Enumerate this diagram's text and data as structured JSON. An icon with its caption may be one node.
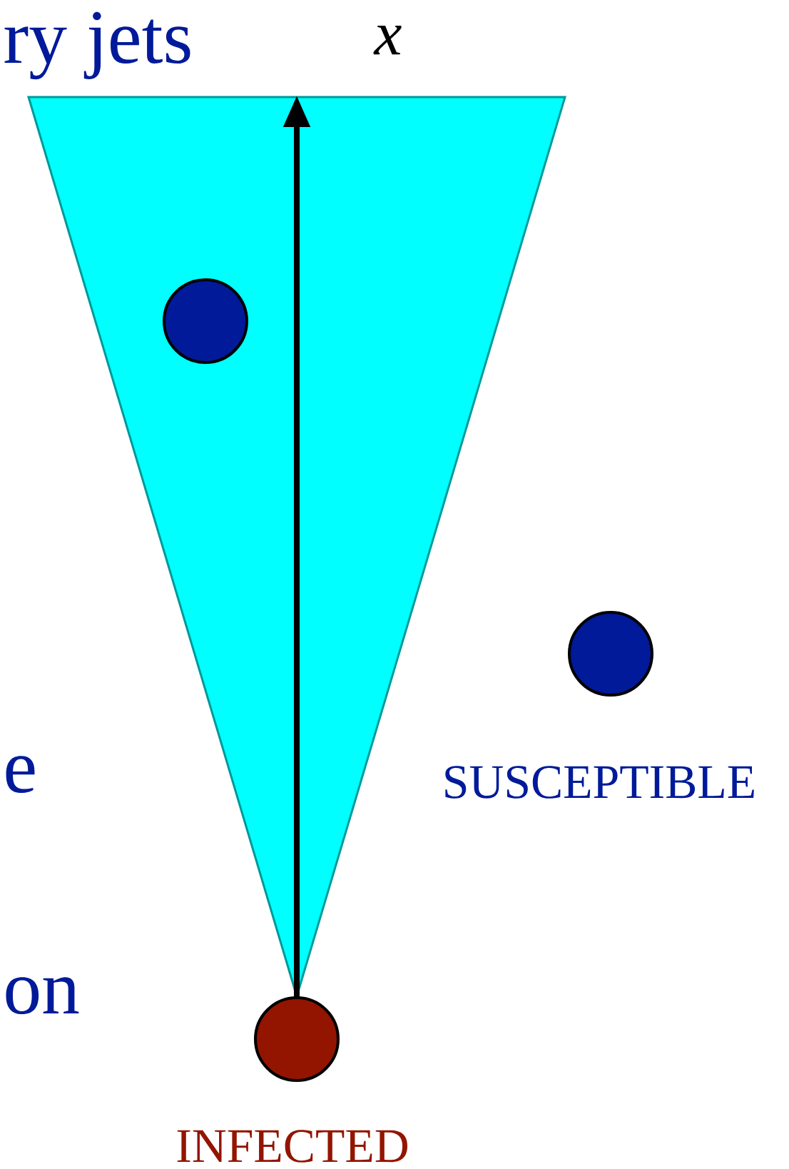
{
  "diagram": {
    "nodes": [
      {
        "text": [],
        "shape": "circle",
        "beside": [
          "INFECTED"
        ]
      },
      {
        "text": [],
        "shape": "circle"
      },
      {
        "text": [],
        "shape": "circle",
        "beside": [
          "SUSCEPTIBLE"
        ]
      }
    ],
    "labels": [
      "ry jets",
      "x",
      "e",
      "on"
    ]
  }
}
